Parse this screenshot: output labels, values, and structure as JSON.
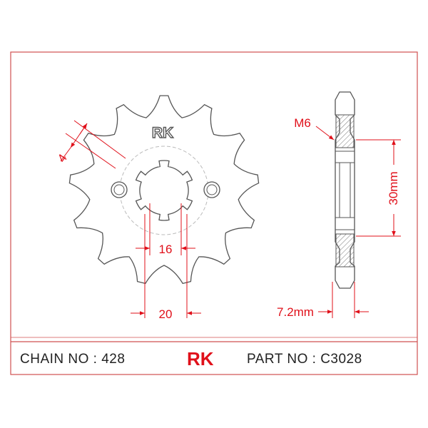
{
  "part": {
    "chain_label": "CHAIN NO : 428",
    "brand": "RK",
    "part_label": "PART NO : C3028"
  },
  "drawing": {
    "logo_text": "RK",
    "dim_pitch": "4",
    "dim_spline_inner": "16",
    "dim_spline_outer": "20",
    "dim_thread": "M6",
    "dim_height": "30mm",
    "dim_width": "7.2mm"
  },
  "colors": {
    "dimension": "#e0101a",
    "outline": "#555555",
    "frame": "#d05050",
    "hatch": "#777777"
  }
}
